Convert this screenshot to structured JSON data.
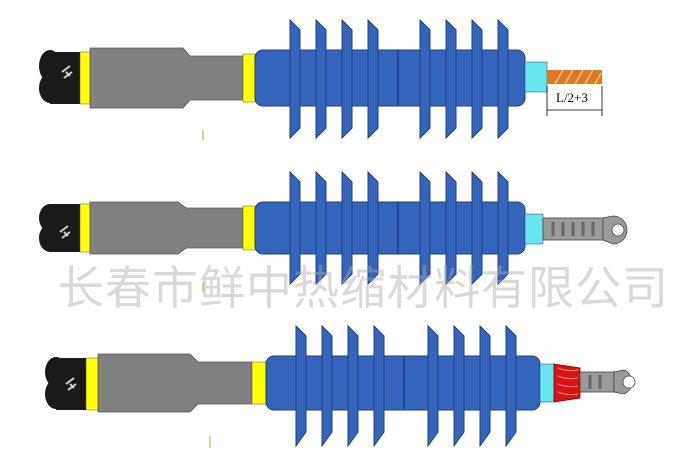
{
  "watermark": {
    "text": "长春市鲜中热缩材料有限公司"
  },
  "dimension": {
    "label": "L/2+3"
  },
  "colors": {
    "cable_black": "#1a1a1a",
    "sheath_gray": "#808080",
    "tape_yellow": "#ffff00",
    "insulator_blue": "#3366bb",
    "insulator_dark": "#1f3f80",
    "sleeve_cyan": "#66e6ee",
    "conductor_orange": "#e07a20",
    "lug_gray": "#9a9a9a",
    "seal_red": "#dd1111"
  },
  "terminations": [
    {
      "id": "stripped",
      "end": "bare-conductor"
    },
    {
      "id": "lug",
      "end": "crimp-lug"
    },
    {
      "id": "sealed-lug",
      "end": "sealed-crimp-lug"
    }
  ]
}
